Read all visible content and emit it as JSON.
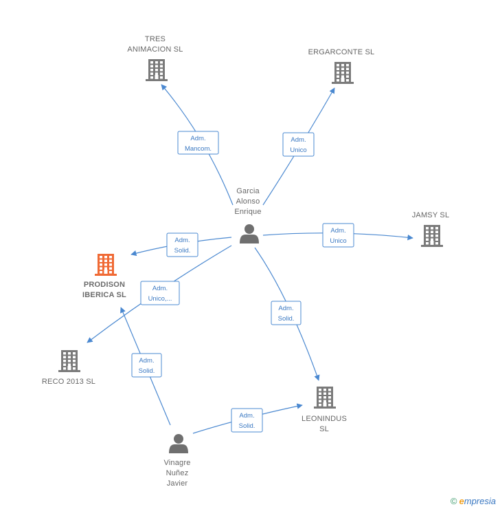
{
  "colors": {
    "edge": "#4a88d0",
    "company": "#7a7a7a",
    "focus_company": "#f06a35",
    "person": "#6f6f6f"
  },
  "nodes": [
    {
      "id": "tres",
      "type": "company",
      "label_lines": [
        "TRES",
        "ANIMACION SL"
      ],
      "icon": "building-icon"
    },
    {
      "id": "ergarconte",
      "type": "company",
      "label_lines": [
        "ERGARCONTE SL"
      ],
      "icon": "building-icon"
    },
    {
      "id": "garcia",
      "type": "person",
      "label_lines": [
        "Garcia",
        "Alonso",
        "Enrique"
      ],
      "icon": "person-icon"
    },
    {
      "id": "jamsy",
      "type": "company",
      "label_lines": [
        "JAMSY SL"
      ],
      "icon": "building-icon"
    },
    {
      "id": "prodison",
      "type": "focus",
      "label_lines": [
        "PRODISON",
        "IBERICA  SL"
      ],
      "icon": "building-icon"
    },
    {
      "id": "reco",
      "type": "company",
      "label_lines": [
        "RECO 2013  SL"
      ],
      "icon": "building-icon"
    },
    {
      "id": "leonindus",
      "type": "company",
      "label_lines": [
        "LEONINDUS",
        "SL"
      ],
      "icon": "building-icon"
    },
    {
      "id": "vinagre",
      "type": "person",
      "label_lines": [
        "Vinagre",
        "Nuñez",
        "Javier"
      ],
      "icon": "person-icon"
    }
  ],
  "edges": [
    {
      "id": "e-tres",
      "from": "garcia",
      "to": "tres",
      "label_lines": [
        "Adm.",
        "Mancom."
      ]
    },
    {
      "id": "e-erg",
      "from": "garcia",
      "to": "ergarconte",
      "label_lines": [
        "Adm.",
        "Unico"
      ]
    },
    {
      "id": "e-jamsy",
      "from": "garcia",
      "to": "jamsy",
      "label_lines": [
        "Adm.",
        "Unico"
      ]
    },
    {
      "id": "e-prod",
      "from": "garcia",
      "to": "prodison",
      "label_lines": [
        "Adm.",
        "Solid."
      ]
    },
    {
      "id": "e-reco",
      "from": "garcia",
      "to": "reco",
      "label_lines": [
        "Adm.",
        "Unico,..."
      ]
    },
    {
      "id": "e-leon",
      "from": "garcia",
      "to": "leonindus",
      "label_lines": [
        "Adm.",
        "Solid."
      ]
    },
    {
      "id": "e-vprod",
      "from": "vinagre",
      "to": "prodison",
      "label_lines": [
        "Adm.",
        "Solid."
      ]
    },
    {
      "id": "e-vleon",
      "from": "vinagre",
      "to": "leonindus",
      "label_lines": [
        "Adm.",
        "Solid."
      ]
    }
  ],
  "footer": {
    "copyright_symbol": "©",
    "brand_initial": "e",
    "brand_rest": "mpresia"
  }
}
